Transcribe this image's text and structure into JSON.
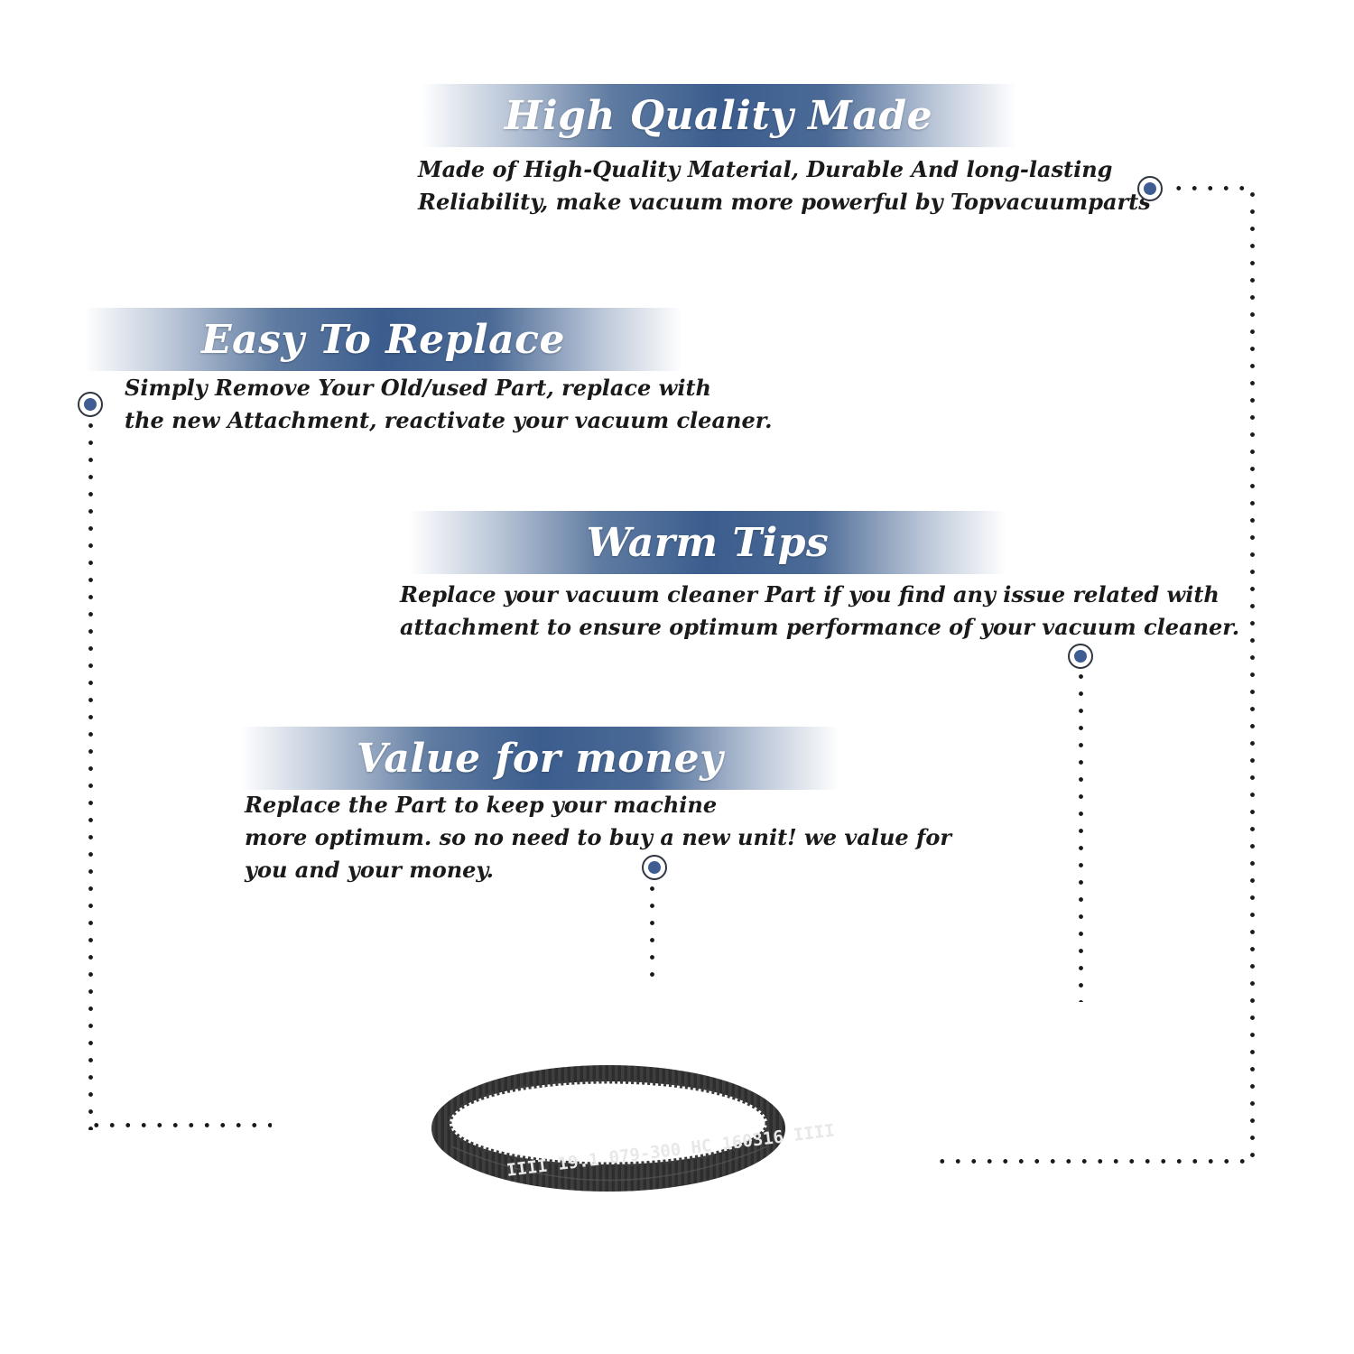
{
  "sections": {
    "quality": {
      "title": "High Quality Made",
      "lines": [
        "Made of  High-Quality Material, Durable And long-lasting",
        "Reliability, make vacuum more powerful by Topvacuumparts"
      ]
    },
    "replace": {
      "title": "Easy To Replace",
      "lines": [
        "Simply Remove Your Old/used Part, replace with",
        "the new Attachment, reactivate your vacuum cleaner."
      ]
    },
    "tips": {
      "title": "Warm Tips",
      "lines": [
        "Replace your vacuum cleaner Part if you find any issue related with",
        " attachment to ensure optimum performance of your vacuum cleaner."
      ]
    },
    "value": {
      "title": "Value for money",
      "lines": [
        "Replace the Part to keep your machine",
        "more optimum. so no need to buy a new unit! we value for",
        "you and your money."
      ]
    }
  },
  "product": {
    "belt_marking": "IIII 19.1 079-300 HC 160316 IIII"
  },
  "colors": {
    "banner_accent": "#3b5d8e",
    "marker_fill": "#3f5d92",
    "text": "#1a1a1a"
  }
}
